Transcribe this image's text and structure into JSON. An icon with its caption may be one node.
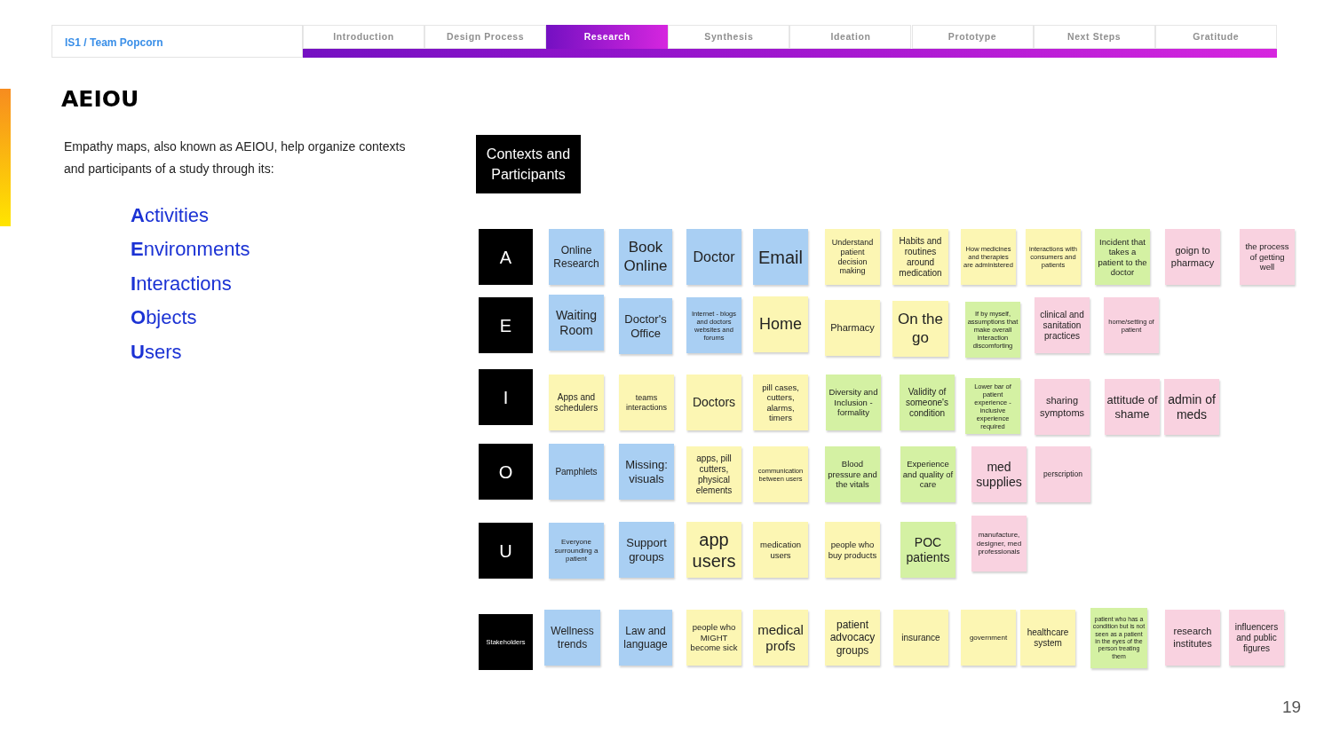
{
  "diagram": {
    "title": "AEIOU",
    "nodes": [
      {
        "text": [
          "IS1 / Team Popcorn"
        ]
      },
      {
        "text": [
          "Introduction"
        ]
      },
      {
        "text": [
          "Design Process"
        ]
      },
      {
        "text": [
          "Research"
        ]
      },
      {
        "text": [
          "Synthesis"
        ]
      },
      {
        "text": [
          "Ideation"
        ]
      },
      {
        "text": [
          "Prototype"
        ]
      },
      {
        "text": [
          "Next Steps"
        ]
      },
      {
        "text": [
          "Gratitude"
        ]
      },
      {
        "text": [
          "Contexts and Participants"
        ]
      },
      {
        "text": [
          "A"
        ]
      },
      {
        "text": [
          "Online Research"
        ]
      },
      {
        "text": [
          "Book Online"
        ]
      },
      {
        "text": [
          "Doctor"
        ]
      },
      {
        "text": [
          "Email"
        ]
      },
      {
        "text": [
          "Understand patient decision making"
        ]
      },
      {
        "text": [
          "Habits and routines around medication"
        ]
      },
      {
        "text": [
          "How medicines and therapies are administered"
        ]
      },
      {
        "text": [
          "interactions with consumers and patients"
        ]
      },
      {
        "text": [
          "Incident that takes a patient to the doctor"
        ]
      },
      {
        "text": [
          "goign to pharmacy"
        ]
      },
      {
        "text": [
          "the process of getting well"
        ]
      },
      {
        "text": [
          "E"
        ]
      },
      {
        "text": [
          "Waiting Room"
        ]
      },
      {
        "text": [
          "Doctor's Office"
        ]
      },
      {
        "text": [
          "Internet - blogs and doctors websites and forums"
        ]
      },
      {
        "text": [
          "Home"
        ]
      },
      {
        "text": [
          "Pharmacy"
        ]
      },
      {
        "text": [
          "On the go"
        ]
      },
      {
        "text": [
          "If by myself, assumptions that make overall interaction discomforting"
        ]
      },
      {
        "text": [
          "clinical and sanitation practices"
        ]
      },
      {
        "text": [
          "home/setting of patient"
        ]
      },
      {
        "text": [
          "I"
        ]
      },
      {
        "text": [
          "Apps and schedulers"
        ]
      },
      {
        "text": [
          "teams interactions"
        ]
      },
      {
        "text": [
          "Doctors"
        ]
      },
      {
        "text": [
          "pill cases, cutters, alarms, timers"
        ]
      },
      {
        "text": [
          "Diversity and Inclusion - formality"
        ]
      },
      {
        "text": [
          "Validity of someone's condition"
        ]
      },
      {
        "text": [
          "Lower bar of patient experience - inclusive experience required"
        ]
      },
      {
        "text": [
          "sharing symptoms"
        ]
      },
      {
        "text": [
          "attitude of shame"
        ]
      },
      {
        "text": [
          "admin of meds"
        ]
      },
      {
        "text": [
          "O"
        ]
      },
      {
        "text": [
          "Pamphlets"
        ]
      },
      {
        "text": [
          "Missing: visuals"
        ]
      },
      {
        "text": [
          "apps, pill cutters, physical elements"
        ]
      },
      {
        "text": [
          "communication between users"
        ]
      },
      {
        "text": [
          "Blood pressure and the vitals"
        ]
      },
      {
        "text": [
          "Experience and quality of care"
        ]
      },
      {
        "text": [
          "med supplies"
        ]
      },
      {
        "text": [
          "perscription"
        ]
      },
      {
        "text": [
          "U"
        ]
      },
      {
        "text": [
          "Everyone surrounding a patient"
        ]
      },
      {
        "text": [
          "Support groups"
        ]
      },
      {
        "text": [
          "app users"
        ]
      },
      {
        "text": [
          "medication users"
        ]
      },
      {
        "text": [
          "people who buy products"
        ]
      },
      {
        "text": [
          "POC patients"
        ]
      },
      {
        "text": [
          "manufacture, designer, med professionals"
        ]
      },
      {
        "text": [
          "Stakeholders"
        ]
      },
      {
        "text": [
          "Wellness trends"
        ]
      },
      {
        "text": [
          "Law and language"
        ]
      },
      {
        "text": [
          "people who MIGHT become sick"
        ]
      },
      {
        "text": [
          "medical profs"
        ]
      },
      {
        "text": [
          "patient advocacy groups"
        ]
      },
      {
        "text": [
          "insurance"
        ]
      },
      {
        "text": [
          "government"
        ]
      },
      {
        "text": [
          "healthcare system"
        ]
      },
      {
        "text": [
          "patient who has a condition but is not seen as a patient in the eyes of the person treating them"
        ]
      },
      {
        "text": [
          "research institutes"
        ]
      },
      {
        "text": [
          "influencers and public figures"
        ]
      }
    ],
    "labels": [
      "Empathy maps, also known as AEIOU, help organize contexts and participants of a study through its:",
      "**A**ctivities",
      "**E**nvironments",
      "**I**nteractions",
      "**O**bjects",
      "**U**sers",
      "19"
    ]
  }
}
